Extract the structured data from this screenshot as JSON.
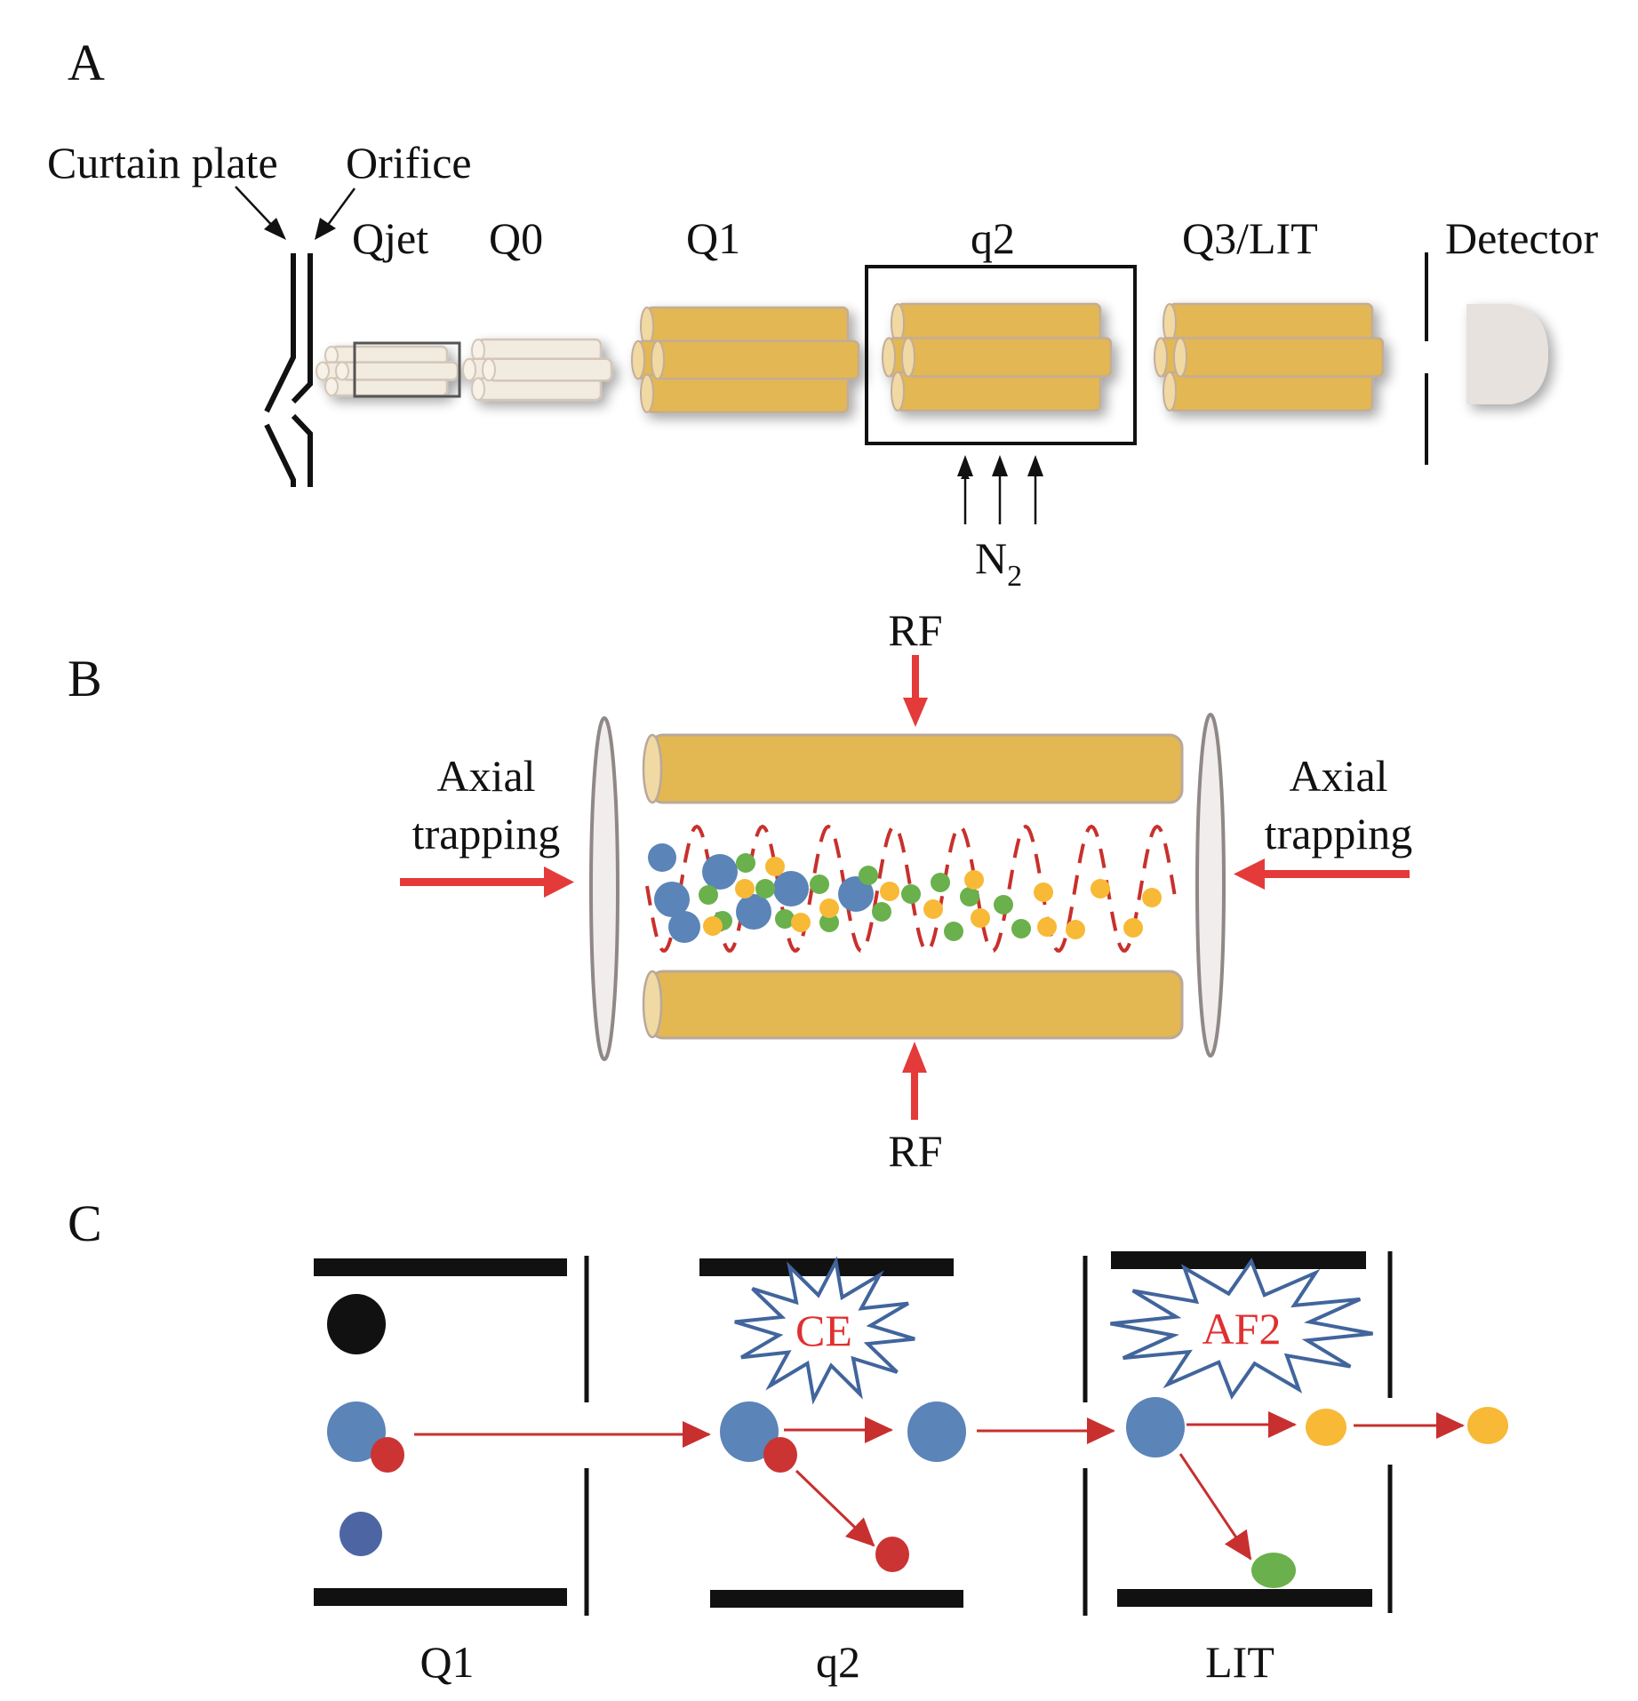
{
  "figure": {
    "panels": {
      "a": {
        "label": "A",
        "annotations": {
          "curtain_plate": "Curtain plate",
          "orifice": "Orifice"
        },
        "stages": {
          "qjet": "Qjet",
          "q0": "Q0",
          "q1": "Q1",
          "q2": "q2",
          "q3": "Q3/LIT",
          "detector": "Detector"
        },
        "gas": {
          "symbol": "N",
          "subscript": "2"
        }
      },
      "b": {
        "label": "B",
        "rf_top": "RF",
        "rf_bottom": "RF",
        "axial_left": {
          "line1": "Axial",
          "line2": "trapping"
        },
        "axial_right": {
          "line1": "Axial",
          "line2": "trapping"
        }
      },
      "c": {
        "label": "C",
        "stage_labels": {
          "q1": "Q1",
          "q2": "q2",
          "lit": "LIT"
        },
        "burst_ce": "CE",
        "burst_af2": "AF2"
      }
    },
    "colors": {
      "rod_gold": "#e3b752",
      "rod_end": "#f1d9a4",
      "rod_pale": "#f2ebdf",
      "arrow_red": "#e43a3a",
      "dark_red_arrow": "#c7302f",
      "ion_blue": "#5b84b8",
      "ion_dark_blue": "#4d66a3",
      "ion_red": "#cc3333",
      "ion_orange": "#f7b936",
      "ion_green": "#6ab04c",
      "burst_outline": "#41659c",
      "burst_text": "#e03030",
      "wave": "#c8302c"
    }
  }
}
